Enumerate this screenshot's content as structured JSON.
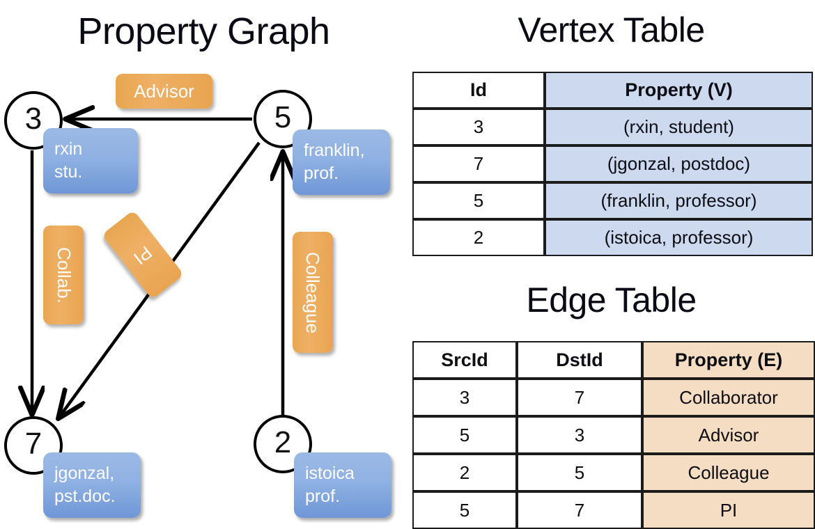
{
  "titles": {
    "property_graph": "Property Graph",
    "vertex_table": "Vertex Table",
    "edge_table": "Edge Table"
  },
  "colors": {
    "node_stroke": "#000000",
    "vertex_property_fill": "#ccd9ee",
    "edge_property_fill": "#f5ddc3",
    "property_box_blue": "#8fb1e2",
    "edge_label_orange": "#eeb066",
    "text": "#0d0d14"
  },
  "graph": {
    "nodes": [
      {
        "id": "3",
        "property_line1": "rxin",
        "property_line2": "stu."
      },
      {
        "id": "5",
        "property_line1": "franklin,",
        "property_line2": "prof."
      },
      {
        "id": "7",
        "property_line1": "jgonzal,",
        "property_line2": "pst.doc."
      },
      {
        "id": "2",
        "property_line1": "istoica",
        "property_line2": "prof."
      }
    ],
    "edge_labels": [
      {
        "name": "advisor",
        "text": "Advisor"
      },
      {
        "name": "collab",
        "text": "Collab."
      },
      {
        "name": "pi",
        "text": "PI"
      },
      {
        "name": "colleague",
        "text": "Colleague"
      }
    ],
    "edges": [
      {
        "src": "5",
        "dst": "3",
        "label": "Advisor"
      },
      {
        "src": "3",
        "dst": "7",
        "label": "Collab."
      },
      {
        "src": "5",
        "dst": "7",
        "label": "PI"
      },
      {
        "src": "2",
        "dst": "5",
        "label": "Colleague"
      }
    ]
  },
  "vertex_table": {
    "headers": [
      "Id",
      "Property (V)"
    ],
    "rows": [
      {
        "id": "3",
        "property": "(rxin, student)"
      },
      {
        "id": "7",
        "property": "(jgonzal, postdoc)"
      },
      {
        "id": "5",
        "property": "(franklin, professor)"
      },
      {
        "id": "2",
        "property": "(istoica, professor)"
      }
    ]
  },
  "edge_table": {
    "headers": [
      "SrcId",
      "DstId",
      "Property (E)"
    ],
    "rows": [
      {
        "src": "3",
        "dst": "7",
        "property": "Collaborator"
      },
      {
        "src": "5",
        "dst": "3",
        "property": "Advisor"
      },
      {
        "src": "2",
        "dst": "5",
        "property": "Colleague"
      },
      {
        "src": "5",
        "dst": "7",
        "property": "PI"
      }
    ]
  }
}
